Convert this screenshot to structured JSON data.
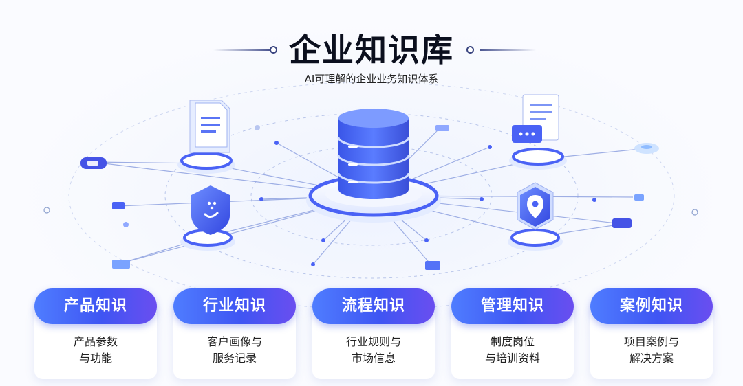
{
  "header": {
    "title": "企业知识库",
    "subtitle": "AI可理解的企业业务知识体系"
  },
  "colors": {
    "primary": "#4a62f5",
    "accent": "#6a4ef0",
    "light": "#cfdcff"
  },
  "nodes": [
    {
      "icon": "document-icon"
    },
    {
      "icon": "chat-document-icon"
    },
    {
      "icon": "data-shield-icon"
    },
    {
      "icon": "location-pin-icon"
    }
  ],
  "cards": [
    {
      "label": "产品知识",
      "desc": [
        "产品参数",
        "与功能"
      ]
    },
    {
      "label": "行业知识",
      "desc": [
        "客户画像与",
        "服务记录"
      ]
    },
    {
      "label": "流程知识",
      "desc": [
        "行业规则与",
        "市场信息"
      ]
    },
    {
      "label": "管理知识",
      "desc": [
        "制度岗位",
        "与培训资料"
      ]
    },
    {
      "label": "案例知识",
      "desc": [
        "项目案例与",
        "解决方案"
      ]
    }
  ]
}
